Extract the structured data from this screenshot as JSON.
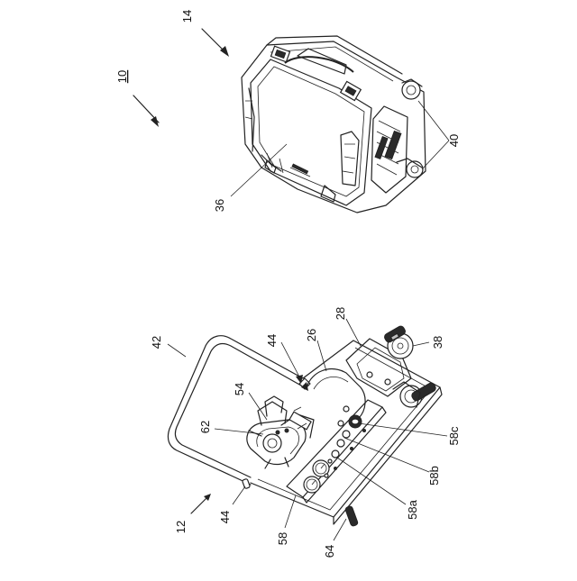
{
  "figure": {
    "labels": {
      "ref_10": "10",
      "ref_14": "14",
      "ref_36": "36",
      "ref_40": "40",
      "ref_12": "12",
      "ref_42": "42",
      "ref_44_top": "44",
      "ref_44_bottom": "44",
      "ref_54": "54",
      "ref_62": "62",
      "ref_26": "26",
      "ref_28": "28",
      "ref_38": "38",
      "ref_58c": "58c",
      "ref_58b": "58b",
      "ref_58a": "58a",
      "ref_58": "58",
      "ref_64": "64"
    }
  }
}
